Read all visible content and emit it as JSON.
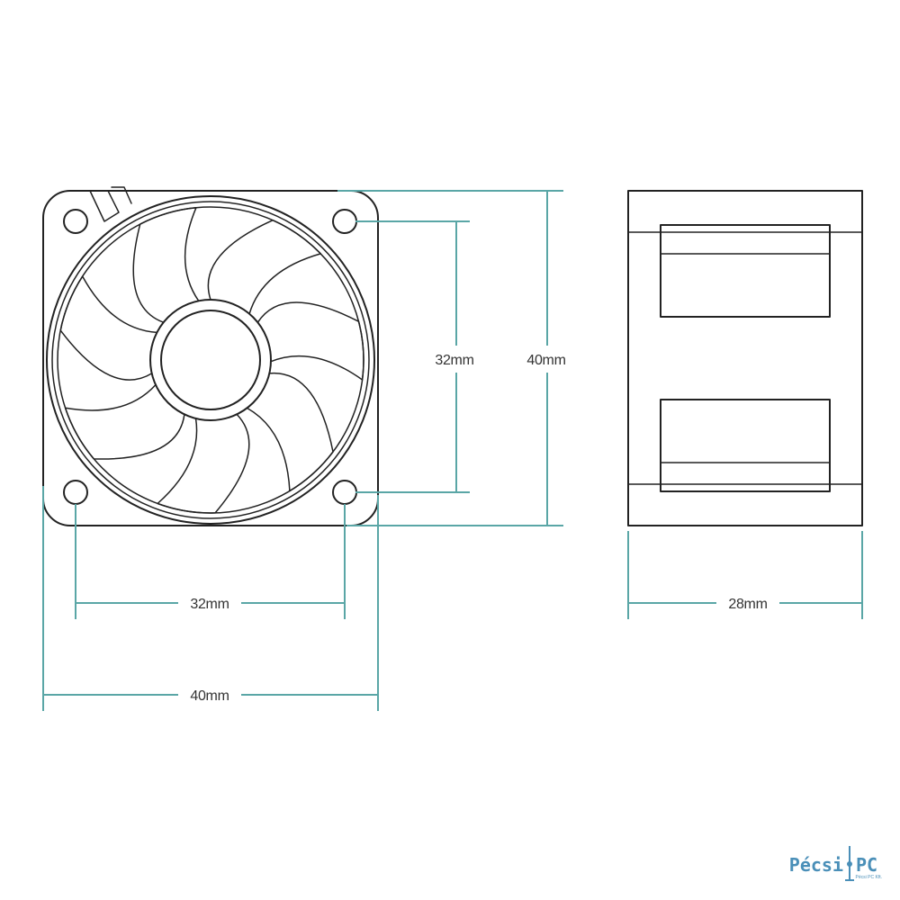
{
  "colors": {
    "outline": "#222222",
    "dimension": "#5aa6a6",
    "dimension_text": "#333333",
    "logo_blue": "#4a8fb8",
    "background": "#ffffff"
  },
  "front_view": {
    "hole_spacing_width": "32mm",
    "overall_width": "40mm",
    "hole_spacing_height": "32mm",
    "overall_height": "40mm"
  },
  "side_view": {
    "depth": "28mm"
  },
  "logo": {
    "name_left": "Pécsi",
    "name_right": "PC",
    "tagline": "Pécsi PC Kft."
  }
}
